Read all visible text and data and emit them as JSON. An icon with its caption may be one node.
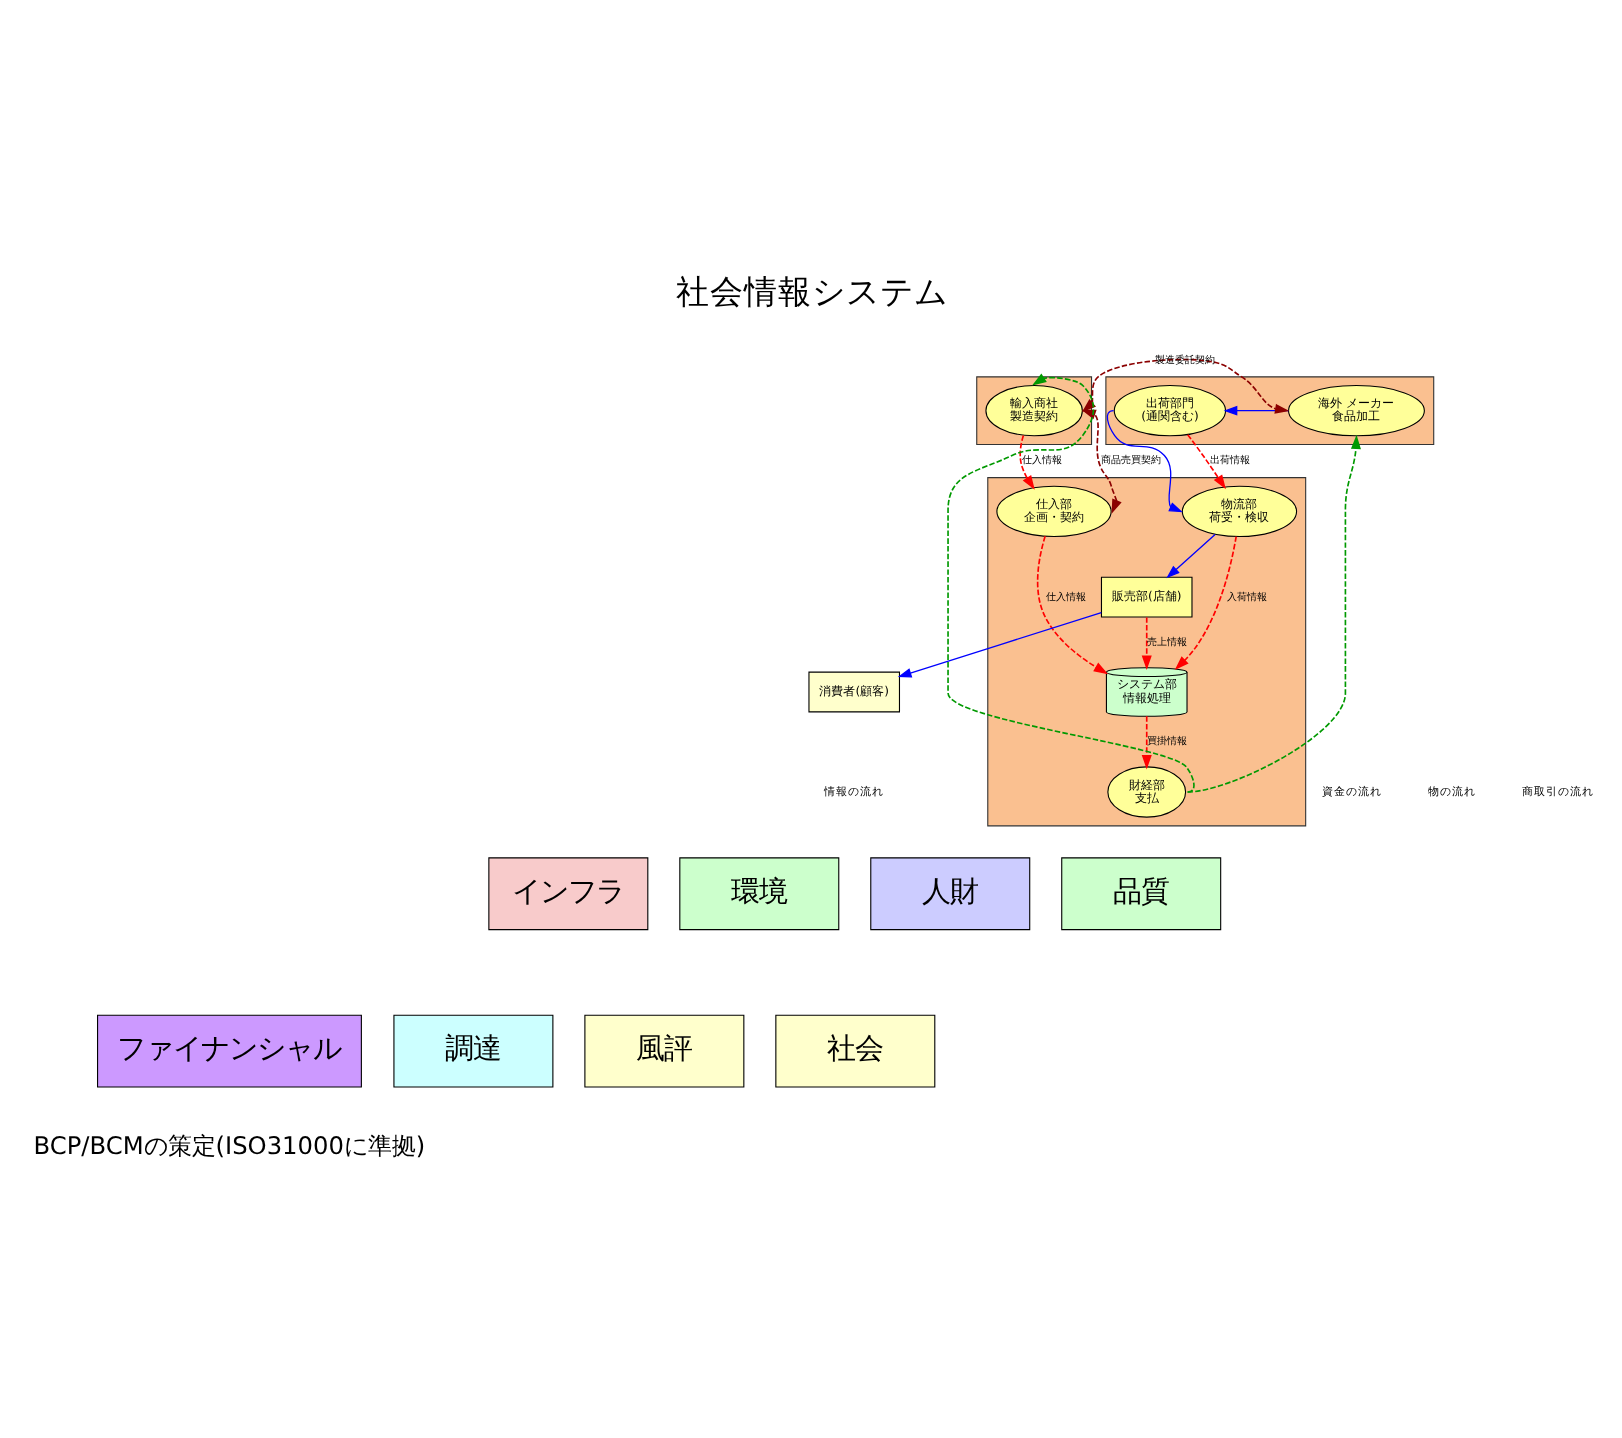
{
  "diagram": {
    "title": "社会情報システム",
    "caption": "BCP/BCMの策定(ISO31000に準拠)",
    "nodes": [
      {
        "text": [],
        "shape": "box"
      },
      {
        "text": [
          "出荷部門",
          "(通関含む)"
        ],
        "in": 0
      },
      {
        "text": [
          "海外 メーカー",
          "食品加工"
        ],
        "in": 0
      },
      {
        "text": [],
        "shape": "box"
      },
      {
        "text": [
          "輸入商社",
          "製造契約"
        ],
        "in": 3
      },
      {
        "text": [],
        "shape": "box"
      },
      {
        "text": [
          "物流部",
          "荷受・検収"
        ],
        "in": 5
      },
      {
        "text": [
          "システム部",
          "情報処理"
        ],
        "in": 5
      },
      {
        "text": [
          "仕入部",
          "企画・契約"
        ],
        "in": 5
      },
      {
        "text": [
          "販売部(店舗)"
        ],
        "in": 5
      },
      {
        "text": [
          "財経部",
          "支払"
        ],
        "in": 5
      },
      {
        "text": [
          "消費者(顧客)"
        ]
      },
      {
        "text": [
          "インフラ"
        ]
      },
      {
        "text": [
          "環境"
        ]
      },
      {
        "text": [
          "人財"
        ]
      },
      {
        "text": [
          "品質"
        ]
      },
      {
        "text": [
          "ファイナンシャル"
        ]
      },
      {
        "text": [
          "調達"
        ]
      },
      {
        "text": [
          "風評"
        ]
      },
      {
        "text": [
          "社会"
        ]
      }
    ],
    "edges": [
      {
        "from": 2,
        "to": 1,
        "arrow": "to",
        "color": "#0000ff"
      },
      {
        "from": 4,
        "to": 2,
        "arrow": "both",
        "label": "製造委託契約",
        "style": "dashed",
        "color": "#8b0000"
      },
      {
        "from": 1,
        "to": 6,
        "arrow": "to",
        "label": "出荷情報",
        "style": "dashed"
      },
      {
        "from": 1,
        "to": 6,
        "arrow": "to",
        "color": "#0000ff"
      },
      {
        "from": 6,
        "to": 7,
        "arrow": "to",
        "label": "入荷情報",
        "style": "dashed"
      },
      {
        "from": 4,
        "to": 8,
        "arrow": "to",
        "label": "仕入情報",
        "style": "dashed"
      },
      {
        "from": 8,
        "to": 7,
        "arrow": "to",
        "label": "仕入情報",
        "style": "dashed"
      },
      {
        "from": 9,
        "to": 7,
        "arrow": "to",
        "label": "売上情報",
        "style": "dashed"
      },
      {
        "from": 7,
        "to": 10,
        "arrow": "to",
        "label": "買掛情報",
        "style": "dashed"
      },
      {
        "from": 6,
        "to": 9,
        "arrow": "to",
        "color": "#0000ff"
      },
      {
        "from": 9,
        "to": 11,
        "arrow": "to",
        "color": "#0000ff"
      },
      {
        "from": 8,
        "to": 4,
        "arrow": "both",
        "label": "商品売買契約",
        "style": "dashed",
        "color": "#8b0000"
      },
      {
        "from": 10,
        "to": 4,
        "arrow": "to",
        "style": "dashed",
        "color": "#009900"
      },
      {
        "from": 10,
        "to": 2,
        "arrow": "to",
        "style": "dashed",
        "color": "#009900"
      }
    ],
    "legend": [
      {
        "text": "情報の流れ"
      },
      {
        "text": "資金の流れ"
      },
      {
        "text": "物の流れ"
      },
      {
        "text": "商取引の流れ"
      }
    ]
  }
}
